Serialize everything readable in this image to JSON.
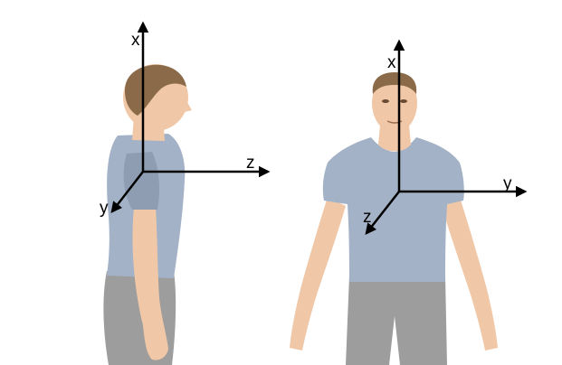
{
  "figure": {
    "side_view": {
      "axes": {
        "x": "x",
        "y": "y",
        "z": "z"
      }
    },
    "front_view": {
      "axes": {
        "x": "x",
        "y": "y",
        "z": "z"
      }
    }
  },
  "colors": {
    "skin": "#f0c8a8",
    "skin_shade": "#d9ab88",
    "shirt": "#a3b2c6",
    "shirt_shade": "#8e9db2",
    "pants": "#9d9d9d",
    "pants_shade": "#878787",
    "hair": "#8a6a48",
    "axis": "#000000"
  }
}
